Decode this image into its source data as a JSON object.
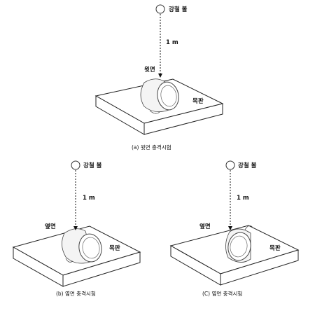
{
  "panels": [
    {
      "ball_label": "강철 볼",
      "distance_label": "1 m",
      "face_label": "윗면",
      "plate_label": "목판",
      "caption": "(a) 윗면 충격시험"
    },
    {
      "ball_label": "강철 볼",
      "distance_label": "1 m",
      "face_label": "옆면",
      "plate_label": "목판",
      "caption": "(b) 옆면 충격시험"
    },
    {
      "ball_label": "강철 볼",
      "distance_label": "1 m",
      "face_label": "옆면",
      "plate_label": "목판",
      "caption": "(C) 옆면 충격시험"
    }
  ]
}
